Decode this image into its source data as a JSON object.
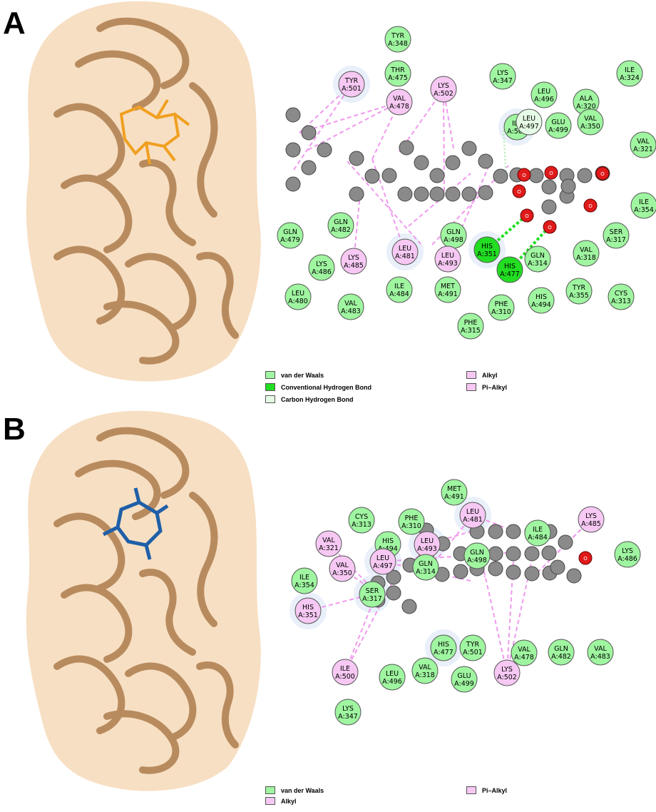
{
  "colors": {
    "vdw": "#9ff5a0",
    "hbond": "#22dd22",
    "chbond": "#e6fbe6",
    "alkyl": "#f6c8f3",
    "atom_c": "#8a8a8a",
    "atom_o": "#e01a1a",
    "ribbon": "#b88b5e",
    "surface": "#f6dcbd",
    "ligand_a": "#f0a020",
    "ligand_b": "#1f5fa8"
  },
  "panel_a": {
    "letter": "A",
    "residues": [
      {
        "name": "TYR",
        "id": "A:348",
        "type": "vdw"
      },
      {
        "name": "THR",
        "id": "A:475",
        "type": "vdw"
      },
      {
        "name": "TYR",
        "id": "A:501",
        "type": "alkyl"
      },
      {
        "name": "VAL",
        "id": "A:478",
        "type": "alkyl"
      },
      {
        "name": "LYS",
        "id": "A:502",
        "type": "alkyl"
      },
      {
        "name": "LYS",
        "id": "A:347",
        "type": "vdw"
      },
      {
        "name": "LEU",
        "id": "A:496",
        "type": "vdw"
      },
      {
        "name": "ALA",
        "id": "A:320",
        "type": "vdw"
      },
      {
        "name": "ILE",
        "id": "A:324",
        "type": "vdw"
      },
      {
        "name": "VAL",
        "id": "A:350",
        "type": "vdw"
      },
      {
        "name": "ILE",
        "id": "A:500",
        "type": "vdw"
      },
      {
        "name": "LEU",
        "id": "A:497",
        "type": "chbond"
      },
      {
        "name": "GLU",
        "id": "A:499",
        "type": "vdw"
      },
      {
        "name": "VAL",
        "id": "A:321",
        "type": "vdw"
      },
      {
        "name": "ILE",
        "id": "A:354",
        "type": "vdw"
      },
      {
        "name": "GLN",
        "id": "A:482",
        "type": "vdw"
      },
      {
        "name": "GLN",
        "id": "A:479",
        "type": "vdw"
      },
      {
        "name": "GLN",
        "id": "A:498",
        "type": "vdw"
      },
      {
        "name": "LEU",
        "id": "A:481",
        "type": "alkyl"
      },
      {
        "name": "LEU",
        "id": "A:493",
        "type": "alkyl"
      },
      {
        "name": "LYS",
        "id": "A:485",
        "type": "alkyl"
      },
      {
        "name": "LYS",
        "id": "A:486",
        "type": "vdw"
      },
      {
        "name": "HIS",
        "id": "A:351",
        "type": "hbond"
      },
      {
        "name": "HIS",
        "id": "A:477",
        "type": "hbond"
      },
      {
        "name": "GLN",
        "id": "A:314",
        "type": "vdw"
      },
      {
        "name": "SER",
        "id": "A:317",
        "type": "vdw"
      },
      {
        "name": "VAL",
        "id": "A:318",
        "type": "vdw"
      },
      {
        "name": "LEU",
        "id": "A:480",
        "type": "vdw"
      },
      {
        "name": "VAL",
        "id": "A:483",
        "type": "vdw"
      },
      {
        "name": "ILE",
        "id": "A:484",
        "type": "vdw"
      },
      {
        "name": "MET",
        "id": "A:491",
        "type": "vdw"
      },
      {
        "name": "PHE",
        "id": "A:310",
        "type": "vdw"
      },
      {
        "name": "HIS",
        "id": "A:494",
        "type": "vdw"
      },
      {
        "name": "TYR",
        "id": "A:355",
        "type": "vdw"
      },
      {
        "name": "CYS",
        "id": "A:313",
        "type": "vdw"
      },
      {
        "name": "PHE",
        "id": "A:315",
        "type": "vdw"
      }
    ],
    "oxygen_label": "O",
    "legend": [
      {
        "label": "van der Waals",
        "type": "vdw"
      },
      {
        "label": "Conventional Hydrogen Bond",
        "type": "hbond"
      },
      {
        "label": "Carbon Hydrogen Bond",
        "type": "chbond"
      },
      {
        "label": "Alkyl",
        "type": "alkyl"
      },
      {
        "label": "Pi–Alkyl",
        "type": "alkyl"
      }
    ]
  },
  "panel_b": {
    "letter": "B",
    "residues": [
      {
        "name": "MET",
        "id": "A:491",
        "type": "vdw"
      },
      {
        "name": "CYS",
        "id": "A:313",
        "type": "vdw"
      },
      {
        "name": "PHE",
        "id": "A:310",
        "type": "vdw"
      },
      {
        "name": "LEU",
        "id": "A:481",
        "type": "alkyl"
      },
      {
        "name": "ILE",
        "id": "A:484",
        "type": "vdw"
      },
      {
        "name": "LYS",
        "id": "A:485",
        "type": "alkyl"
      },
      {
        "name": "VAL",
        "id": "A:321",
        "type": "alkyl"
      },
      {
        "name": "HIS",
        "id": "A:494",
        "type": "vdw"
      },
      {
        "name": "LEU",
        "id": "A:493",
        "type": "alkyl"
      },
      {
        "name": "LEU",
        "id": "A:497",
        "type": "alkyl"
      },
      {
        "name": "GLN",
        "id": "A:498",
        "type": "vdw"
      },
      {
        "name": "LYS",
        "id": "A:486",
        "type": "vdw"
      },
      {
        "name": "ILE",
        "id": "A:354",
        "type": "vdw"
      },
      {
        "name": "VAL",
        "id": "A:350",
        "type": "alkyl"
      },
      {
        "name": "SER",
        "id": "A:317",
        "type": "vdw"
      },
      {
        "name": "GLN",
        "id": "A:314",
        "type": "vdw"
      },
      {
        "name": "HIS",
        "id": "A:351",
        "type": "alkyl"
      },
      {
        "name": "HIS",
        "id": "A:477",
        "type": "vdw"
      },
      {
        "name": "TYR",
        "id": "A:501",
        "type": "vdw"
      },
      {
        "name": "VAL",
        "id": "A:478",
        "type": "vdw"
      },
      {
        "name": "GLN",
        "id": "A:482",
        "type": "vdw"
      },
      {
        "name": "VAL",
        "id": "A:483",
        "type": "vdw"
      },
      {
        "name": "ILE",
        "id": "A:500",
        "type": "alkyl"
      },
      {
        "name": "LEU",
        "id": "A:496",
        "type": "vdw"
      },
      {
        "name": "VAL",
        "id": "A:318",
        "type": "vdw"
      },
      {
        "name": "GLU",
        "id": "A:499",
        "type": "vdw"
      },
      {
        "name": "LYS",
        "id": "A:502",
        "type": "alkyl"
      },
      {
        "name": "LYS",
        "id": "A:347",
        "type": "vdw"
      }
    ],
    "oxygen_label": "O",
    "legend": [
      {
        "label": "van der Waals",
        "type": "vdw"
      },
      {
        "label": "Alkyl",
        "type": "alkyl"
      },
      {
        "label": "Pi–Alkyl",
        "type": "alkyl"
      }
    ]
  }
}
